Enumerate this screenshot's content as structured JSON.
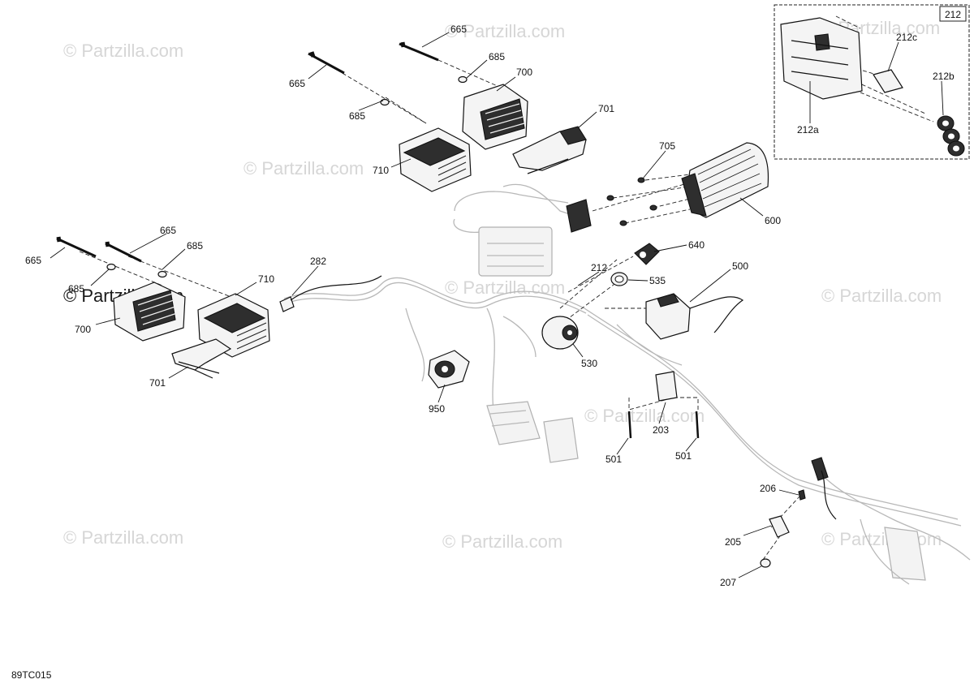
{
  "diagram_id": "89TC015",
  "watermarks": [
    "© Partzilla.com",
    "© Partzilla.com",
    "© Partzilla.com",
    "© Partzilla.com",
    "© Partzilla.com",
    "© Partzilla.com",
    "© Partzilla.com",
    "© Partzilla.com",
    "© Partzilla.com",
    "© Partzilla.com",
    "© Partzilla.com"
  ],
  "detail_box": {
    "ref": "212"
  },
  "callouts": [
    "665",
    "685",
    "700",
    "701",
    "685",
    "665",
    "710",
    "705",
    "600",
    "640",
    "212",
    "535",
    "500",
    "665",
    "685",
    "665",
    "685",
    "710",
    "700",
    "701",
    "282",
    "530",
    "950",
    "203",
    "501",
    "501",
    "206",
    "205",
    "207",
    "212c",
    "212b",
    "212a"
  ]
}
